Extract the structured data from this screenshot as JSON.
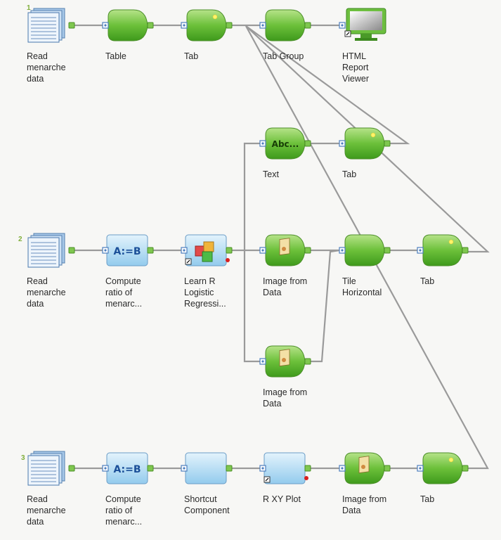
{
  "workflow": {
    "rows": [
      {
        "number": "1"
      },
      {
        "number": "2"
      },
      {
        "number": "3"
      }
    ],
    "nodes": {
      "r1_read": {
        "label": "Read\nmenarche\ndata",
        "icon": "table-reader-icon"
      },
      "r1_table": {
        "label": "Table",
        "icon": "green-node-icon"
      },
      "r1_tab": {
        "label": "Tab",
        "icon": "green-node-icon"
      },
      "r1_tabgroup": {
        "label": "Tab Group",
        "icon": "green-node-icon"
      },
      "r1_viewer": {
        "label": "HTML\nReport\nViewer",
        "icon": "monitor-icon"
      },
      "text": {
        "label": "Text",
        "icon": "text-node-icon",
        "glyph": "Abc..."
      },
      "text_tab": {
        "label": "Tab",
        "icon": "green-node-icon"
      },
      "r2_read": {
        "label": "Read\nmenarche\ndata",
        "icon": "table-reader-icon"
      },
      "r2_compute": {
        "label": "Compute\nratio of\nmenarc...",
        "icon": "math-formula-icon",
        "glyph": "A:=B"
      },
      "r2_learn": {
        "label": "Learn R\nLogistic\nRegressi...",
        "icon": "r-learner-icon"
      },
      "r2_image": {
        "label": "Image from\nData",
        "icon": "image-node-icon"
      },
      "r2_tile": {
        "label": "Tile\nHorizontal",
        "icon": "green-node-icon"
      },
      "r2_tab": {
        "label": "Tab",
        "icon": "green-node-icon"
      },
      "img2": {
        "label": "Image from\nData",
        "icon": "image-node-icon"
      },
      "r3_read": {
        "label": "Read\nmenarche\ndata",
        "icon": "table-reader-icon"
      },
      "r3_compute": {
        "label": "Compute\nratio of\nmenarc...",
        "icon": "math-formula-icon",
        "glyph": "A:=B"
      },
      "r3_shortcut": {
        "label": "Shortcut\nComponent",
        "icon": "blue-node-icon"
      },
      "r3_rxy": {
        "label": "R XY Plot",
        "icon": "r-plot-icon"
      },
      "r3_image": {
        "label": "Image from\nData",
        "icon": "image-node-icon"
      },
      "r3_tab": {
        "label": "Tab",
        "icon": "green-node-icon"
      }
    }
  }
}
